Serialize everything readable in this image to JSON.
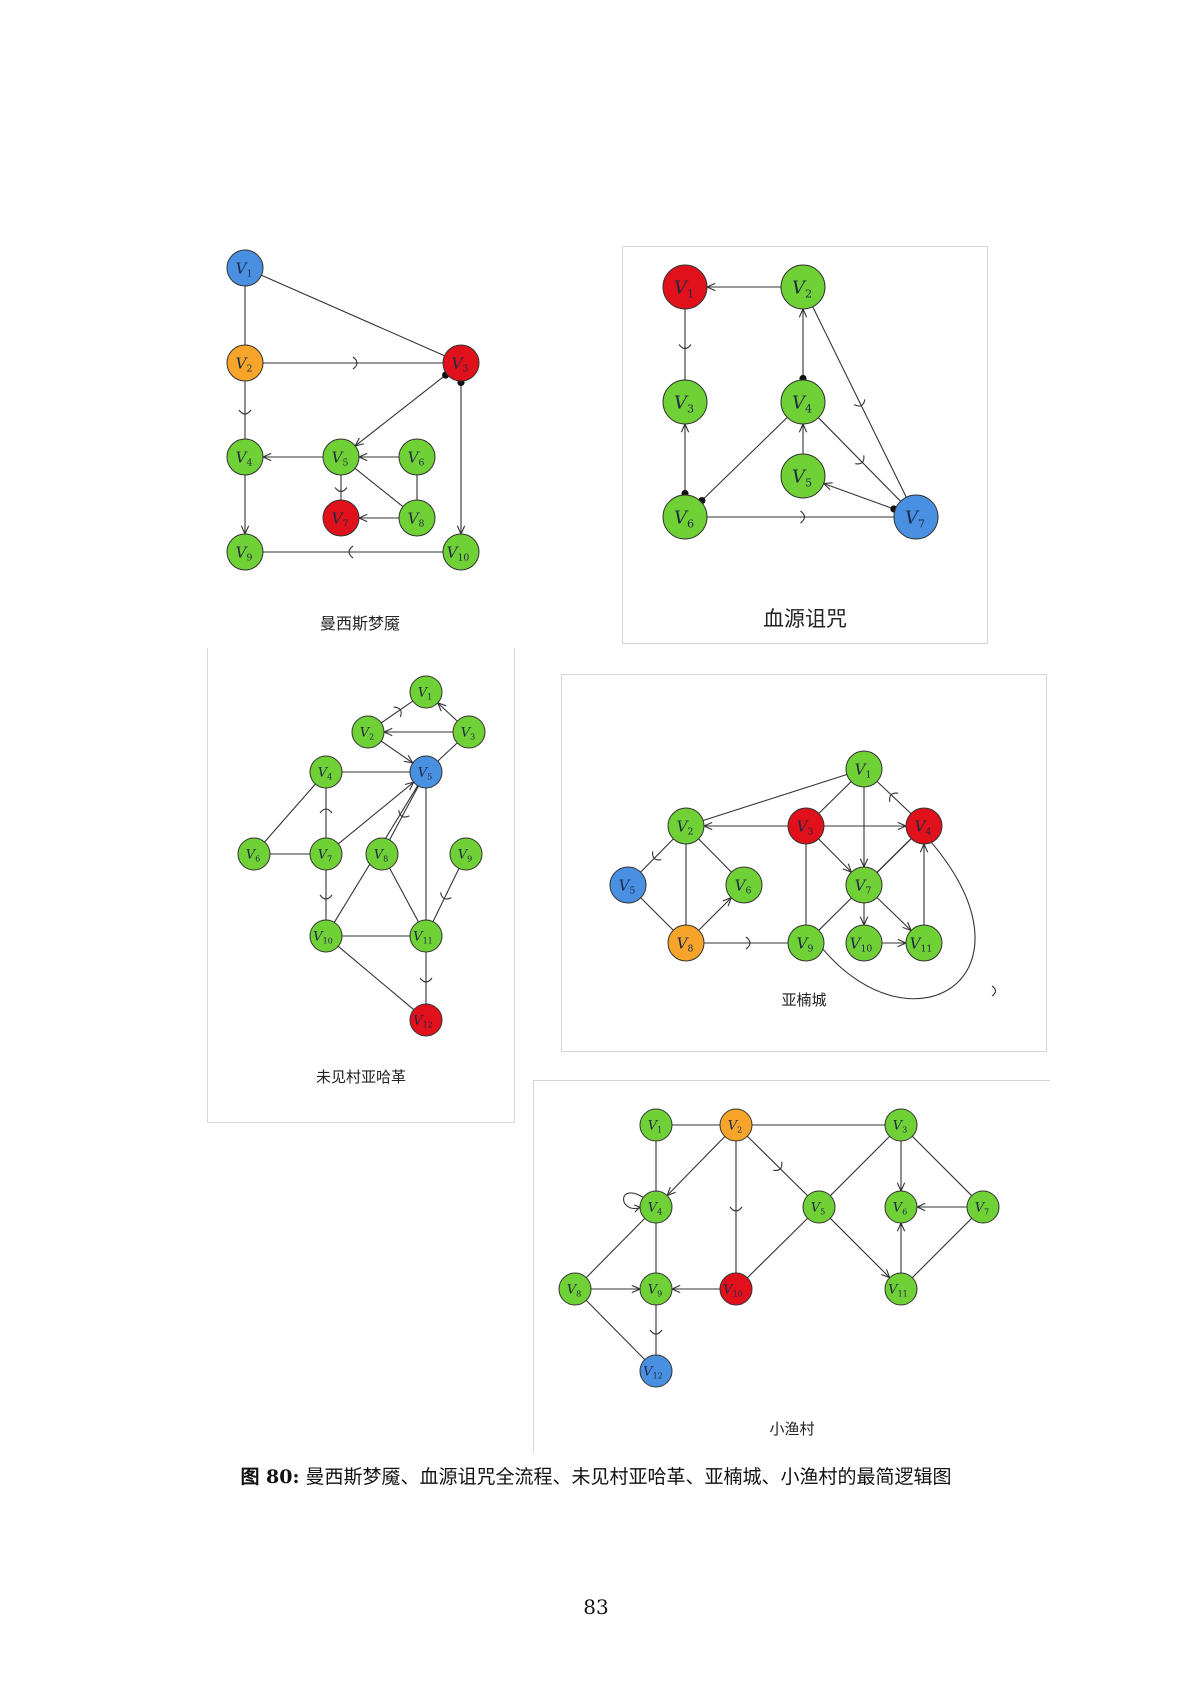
{
  "colors": {
    "green": "#6fd136",
    "blue": "#4a90e2",
    "red": "#e0111b",
    "orange": "#f7a52a",
    "edge": "#333333",
    "node_stroke": "#333333"
  },
  "caption": {
    "prefix": "图 80:",
    "text": " 曼西斯梦魇、血源诅咒全流程、未见村亚哈革、亚楠城、小渔村的最简逻辑图"
  },
  "page_number": "83",
  "diagrams": [
    {
      "id": "p1",
      "title": "曼西斯梦魇",
      "nodes": [
        {
          "id": "V1",
          "sub": "1",
          "color": "blue"
        },
        {
          "id": "V2",
          "sub": "2",
          "color": "orange"
        },
        {
          "id": "V3",
          "sub": "3",
          "color": "red"
        },
        {
          "id": "V4",
          "sub": "4",
          "color": "green"
        },
        {
          "id": "V5",
          "sub": "5",
          "color": "green"
        },
        {
          "id": "V6",
          "sub": "6",
          "color": "green"
        },
        {
          "id": "V7",
          "sub": "7",
          "color": "red"
        },
        {
          "id": "V8",
          "sub": "8",
          "color": "green"
        },
        {
          "id": "V9",
          "sub": "9",
          "color": "green"
        },
        {
          "id": "V10",
          "sub": "10",
          "color": "green"
        }
      ],
      "edges": [
        {
          "from": "V1",
          "to": "V2",
          "type": "line"
        },
        {
          "from": "V1",
          "to": "V3",
          "type": "line"
        },
        {
          "from": "V3",
          "to": "V2",
          "type": "cup"
        },
        {
          "from": "V4",
          "to": "V2",
          "type": "cup"
        },
        {
          "from": "V3",
          "to": "V5",
          "type": "arrow",
          "dotStart": true
        },
        {
          "from": "V3",
          "to": "V10",
          "type": "arrow",
          "dotStart": true
        },
        {
          "from": "V5",
          "to": "V4",
          "type": "arrow"
        },
        {
          "from": "V6",
          "to": "V5",
          "type": "arrow"
        },
        {
          "from": "V6",
          "to": "V8",
          "type": "line"
        },
        {
          "from": "V5",
          "to": "V8",
          "type": "line"
        },
        {
          "from": "V8",
          "to": "V7",
          "type": "arrow"
        },
        {
          "from": "V7",
          "to": "V5",
          "type": "cup"
        },
        {
          "from": "V4",
          "to": "V9",
          "type": "arrow"
        },
        {
          "from": "V9",
          "to": "V10",
          "type": "cup"
        }
      ]
    },
    {
      "id": "p2",
      "title": "血源诅咒",
      "nodes": [
        {
          "id": "V1",
          "sub": "1",
          "color": "red"
        },
        {
          "id": "V2",
          "sub": "2",
          "color": "green"
        },
        {
          "id": "V3",
          "sub": "3",
          "color": "green"
        },
        {
          "id": "V4",
          "sub": "4",
          "color": "green"
        },
        {
          "id": "V5",
          "sub": "5",
          "color": "green"
        },
        {
          "id": "V6",
          "sub": "6",
          "color": "green"
        },
        {
          "id": "V7",
          "sub": "7",
          "color": "blue"
        }
      ],
      "edges": [
        {
          "from": "V2",
          "to": "V1",
          "type": "arrow"
        },
        {
          "from": "V3",
          "to": "V1",
          "type": "cup"
        },
        {
          "from": "V6",
          "to": "V3",
          "type": "arrow",
          "dotStart": true
        },
        {
          "from": "V4",
          "to": "V2",
          "type": "arrow",
          "dotStart": true
        },
        {
          "from": "V6",
          "to": "V4",
          "type": "line",
          "dotStart": true
        },
        {
          "from": "V7",
          "to": "V2",
          "type": "cup"
        },
        {
          "from": "V7",
          "to": "V4",
          "type": "cup"
        },
        {
          "from": "V5",
          "to": "V4",
          "type": "arrow"
        },
        {
          "from": "V7",
          "to": "V5",
          "type": "arrow",
          "dotStart": true
        },
        {
          "from": "V7",
          "to": "V6",
          "type": "cup"
        }
      ]
    },
    {
      "id": "p3",
      "title": "未见村亚哈革",
      "nodes": [
        {
          "id": "V1",
          "sub": "1",
          "color": "green"
        },
        {
          "id": "V2",
          "sub": "2",
          "color": "green"
        },
        {
          "id": "V3",
          "sub": "3",
          "color": "green"
        },
        {
          "id": "V4",
          "sub": "4",
          "color": "green"
        },
        {
          "id": "V5",
          "sub": "5",
          "color": "blue"
        },
        {
          "id": "V6",
          "sub": "6",
          "color": "green"
        },
        {
          "id": "V7",
          "sub": "7",
          "color": "green"
        },
        {
          "id": "V8",
          "sub": "8",
          "color": "green"
        },
        {
          "id": "V9",
          "sub": "9",
          "color": "green"
        },
        {
          "id": "V10",
          "sub": "10",
          "color": "green"
        },
        {
          "id": "V11",
          "sub": "11",
          "color": "green"
        },
        {
          "id": "V12",
          "sub": "12",
          "color": "red"
        }
      ],
      "edges": [
        {
          "from": "V1",
          "to": "V2",
          "type": "cup"
        },
        {
          "from": "V3",
          "to": "V1",
          "type": "arrow"
        },
        {
          "from": "V3",
          "to": "V2",
          "type": "arrow"
        },
        {
          "from": "V2",
          "to": "V5",
          "type": "arrow"
        },
        {
          "from": "V5",
          "to": "V3",
          "type": "line"
        },
        {
          "from": "V4",
          "to": "V5",
          "type": "line"
        },
        {
          "from": "V4",
          "to": "V7",
          "type": "cup"
        },
        {
          "from": "V4",
          "to": "V6",
          "type": "line"
        },
        {
          "from": "V6",
          "to": "V7",
          "type": "line"
        },
        {
          "from": "V7",
          "to": "V5",
          "type": "arrow"
        },
        {
          "from": "V10",
          "to": "V7",
          "type": "cup"
        },
        {
          "from": "V8",
          "to": "V5",
          "type": "cup"
        },
        {
          "from": "V8",
          "to": "V11",
          "type": "line"
        },
        {
          "from": "V5",
          "to": "V11",
          "type": "line"
        },
        {
          "from": "V10",
          "to": "V5",
          "type": "line"
        },
        {
          "from": "V11",
          "to": "V9",
          "type": "cup"
        },
        {
          "from": "V10",
          "to": "V11",
          "type": "line"
        },
        {
          "from": "V10",
          "to": "V12",
          "type": "line"
        },
        {
          "from": "V12",
          "to": "V11",
          "type": "cup"
        }
      ]
    },
    {
      "id": "p4",
      "title": "亚楠城",
      "nodes": [
        {
          "id": "V1",
          "sub": "1",
          "color": "green"
        },
        {
          "id": "V2",
          "sub": "2",
          "color": "green"
        },
        {
          "id": "V3",
          "sub": "3",
          "color": "red"
        },
        {
          "id": "V4",
          "sub": "4",
          "color": "red"
        },
        {
          "id": "V5",
          "sub": "5",
          "color": "blue"
        },
        {
          "id": "V6",
          "sub": "6",
          "color": "green"
        },
        {
          "id": "V7",
          "sub": "7",
          "color": "green"
        },
        {
          "id": "V8",
          "sub": "8",
          "color": "orange"
        },
        {
          "id": "V9",
          "sub": "9",
          "color": "green"
        },
        {
          "id": "V10",
          "sub": "10",
          "color": "green"
        },
        {
          "id": "V11",
          "sub": "11",
          "color": "green"
        }
      ],
      "edges": [
        {
          "from": "V1",
          "to": "V2",
          "type": "line"
        },
        {
          "from": "V1",
          "to": "V3",
          "type": "line"
        },
        {
          "from": "V1",
          "to": "V7",
          "type": "arrow"
        },
        {
          "from": "V1",
          "to": "V4",
          "type": "cup"
        },
        {
          "from": "V3",
          "to": "V2",
          "type": "arrow"
        },
        {
          "from": "V3",
          "to": "V4",
          "type": "arrow"
        },
        {
          "from": "V3",
          "to": "V7",
          "type": "arrow"
        },
        {
          "from": "V3",
          "to": "V9",
          "type": "line"
        },
        {
          "from": "V4",
          "to": "V7",
          "type": "line"
        },
        {
          "from": "V9",
          "to": "V4",
          "type": "line"
        },
        {
          "from": "V11",
          "to": "V4",
          "type": "arrow"
        },
        {
          "from": "V5",
          "to": "V2",
          "type": "cup"
        },
        {
          "from": "V2",
          "to": "V6",
          "type": "line"
        },
        {
          "from": "V2",
          "to": "V8",
          "type": "line"
        },
        {
          "from": "V5",
          "to": "V8",
          "type": "line"
        },
        {
          "from": "V8",
          "to": "V6",
          "type": "arrow"
        },
        {
          "from": "V9",
          "to": "V8",
          "type": "cup"
        },
        {
          "from": "V7",
          "to": "V10",
          "type": "arrow"
        },
        {
          "from": "V7",
          "to": "V11",
          "type": "arrow"
        },
        {
          "from": "V10",
          "to": "V11",
          "type": "arrow"
        },
        {
          "from": "V4",
          "to": "V9",
          "type": "curve"
        }
      ]
    },
    {
      "id": "p5",
      "title": "小渔村",
      "nodes": [
        {
          "id": "V1",
          "sub": "1",
          "color": "green"
        },
        {
          "id": "V2",
          "sub": "2",
          "color": "orange"
        },
        {
          "id": "V3",
          "sub": "3",
          "color": "green"
        },
        {
          "id": "V4",
          "sub": "4",
          "color": "green"
        },
        {
          "id": "V5",
          "sub": "5",
          "color": "green"
        },
        {
          "id": "V6",
          "sub": "6",
          "color": "green"
        },
        {
          "id": "V7",
          "sub": "7",
          "color": "green"
        },
        {
          "id": "V8",
          "sub": "8",
          "color": "green"
        },
        {
          "id": "V9",
          "sub": "9",
          "color": "green"
        },
        {
          "id": "V10",
          "sub": "10",
          "color": "red"
        },
        {
          "id": "V11",
          "sub": "11",
          "color": "green"
        },
        {
          "id": "V12",
          "sub": "12",
          "color": "blue"
        }
      ],
      "edges": [
        {
          "from": "V1",
          "to": "V2",
          "type": "line"
        },
        {
          "from": "V1",
          "to": "V4",
          "type": "line"
        },
        {
          "from": "V2",
          "to": "V4",
          "type": "arrow"
        },
        {
          "from": "V2",
          "to": "V3",
          "type": "line"
        },
        {
          "from": "V5",
          "to": "V2",
          "type": "cup"
        },
        {
          "from": "V10",
          "to": "V2",
          "type": "cup"
        },
        {
          "from": "V3",
          "to": "V5",
          "type": "line"
        },
        {
          "from": "V3",
          "to": "V6",
          "type": "arrow"
        },
        {
          "from": "V3",
          "to": "V7",
          "type": "line"
        },
        {
          "from": "V7",
          "to": "V6",
          "type": "arrow"
        },
        {
          "from": "V7",
          "to": "V11",
          "type": "line"
        },
        {
          "from": "V11",
          "to": "V6",
          "type": "arrow"
        },
        {
          "from": "V5",
          "to": "V11",
          "type": "arrow"
        },
        {
          "from": "V5",
          "to": "V10",
          "type": "line"
        },
        {
          "from": "V4",
          "to": "V8",
          "type": "line"
        },
        {
          "from": "V4",
          "to": "V9",
          "type": "line"
        },
        {
          "from": "V8",
          "to": "V9",
          "type": "arrow"
        },
        {
          "from": "V10",
          "to": "V9",
          "type": "arrow"
        },
        {
          "from": "V8",
          "to": "V12",
          "type": "line"
        },
        {
          "from": "V12",
          "to": "V9",
          "type": "cup"
        },
        {
          "from": "V4",
          "to": "V4",
          "type": "loop"
        }
      ]
    }
  ]
}
